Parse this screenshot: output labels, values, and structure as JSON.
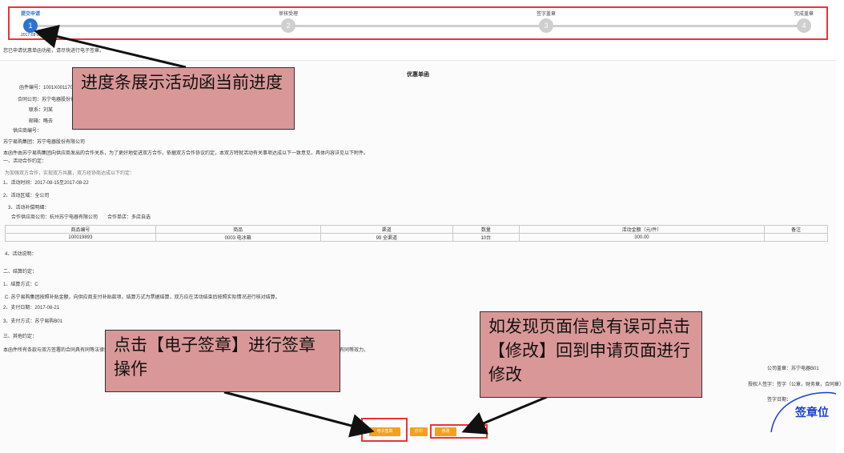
{
  "progress": {
    "steps": [
      {
        "label": "提交申请",
        "num": "1",
        "active": true
      },
      {
        "label": "审核受理",
        "num": "2",
        "active": false
      },
      {
        "label": "签字盖章",
        "num": "3",
        "active": false
      },
      {
        "label": "完成盖章",
        "num": "4",
        "active": false
      }
    ],
    "date": "2017-08-21"
  },
  "notice": "您已申请优惠单函功能，请尽快进行电子签章。",
  "document": {
    "title": "优惠单函",
    "info_lines": [
      "函件编号：1001X0011700",
      "合同公司：苏宁电器股份有限",
      "联系：刘某",
      "邮箱：略去",
      "供应商编号："
    ],
    "company_line": "苏宁易购集团：苏宁电器股份有限公司",
    "intro": "本函件由苏宁易购集团向供应商发出的合作关系，为了更好地促进双方合作，依据双方合作协议约定，本双方特就活动有关事项达成以下一致意见，具体内容详见以下附件。",
    "section1": "一、活动合作约定：",
    "section1_desc": "为加强双方合作，实现双方共赢，双方经协商达成以下约定：",
    "item1": "1、活动时间：2017-08-15至2017-08-22",
    "item2": "2、活动区域：全公司",
    "item3": "3、活动补偿明细：",
    "item3_detail": "合作供应商公司：杭州苏宁电器有限公司　　合作单店：多店自选",
    "table_headers": [
      "商品编号",
      "商品",
      "渠道",
      "数量",
      "活动金额（元/件）",
      "备注"
    ],
    "table_row": [
      "100019893",
      "0003 电冰箱",
      "99 全渠道",
      "10台",
      "300.00",
      ""
    ],
    "item4": "4、活动说明：",
    "section2": "二、结算约定：",
    "s2_item1": "1、结算方式：C",
    "s2_item1_desc": "C. 苏宁易购集团按照补贴金额，向供应商支付补贴款项，结算方式为票据结算，双方应在活动结束后按照实际情况进行核对结算。",
    "s2_item2": "2、支付日期：2017-08-21",
    "s2_item3": "3、支付方式：苏宁易购B01",
    "section3": "三、其他约定：",
    "other_text": "本函件所有条款与双方签署的合同具有同等法律效力，双方应严格执行相关约定。如有未尽事宜，双方另行协商。本函件经双方签章后生效，每方各执一份，具有同等效力。",
    "sign_company": "公司盖章：苏宁电器B01",
    "sign_person": "授权人签字：签字（公章，财务章，合同章）",
    "sign_date": "签字日期："
  },
  "buttons": {
    "sign": "电子签章",
    "print": "打印",
    "edit": "修改"
  },
  "callouts": {
    "progress": "进度条展示活动函当前进度",
    "sign": "点击【电子签章】进行签章操作",
    "edit": "如发现页面信息有误可点击【修改】回到申请页面进行修改"
  },
  "stamp_label": "签章位",
  "colors": {
    "accent": "#2b73d1",
    "button": "#f5a01a",
    "highlight": "#e33333",
    "callout": "#d99797",
    "stamp": "#1b3fd6"
  }
}
